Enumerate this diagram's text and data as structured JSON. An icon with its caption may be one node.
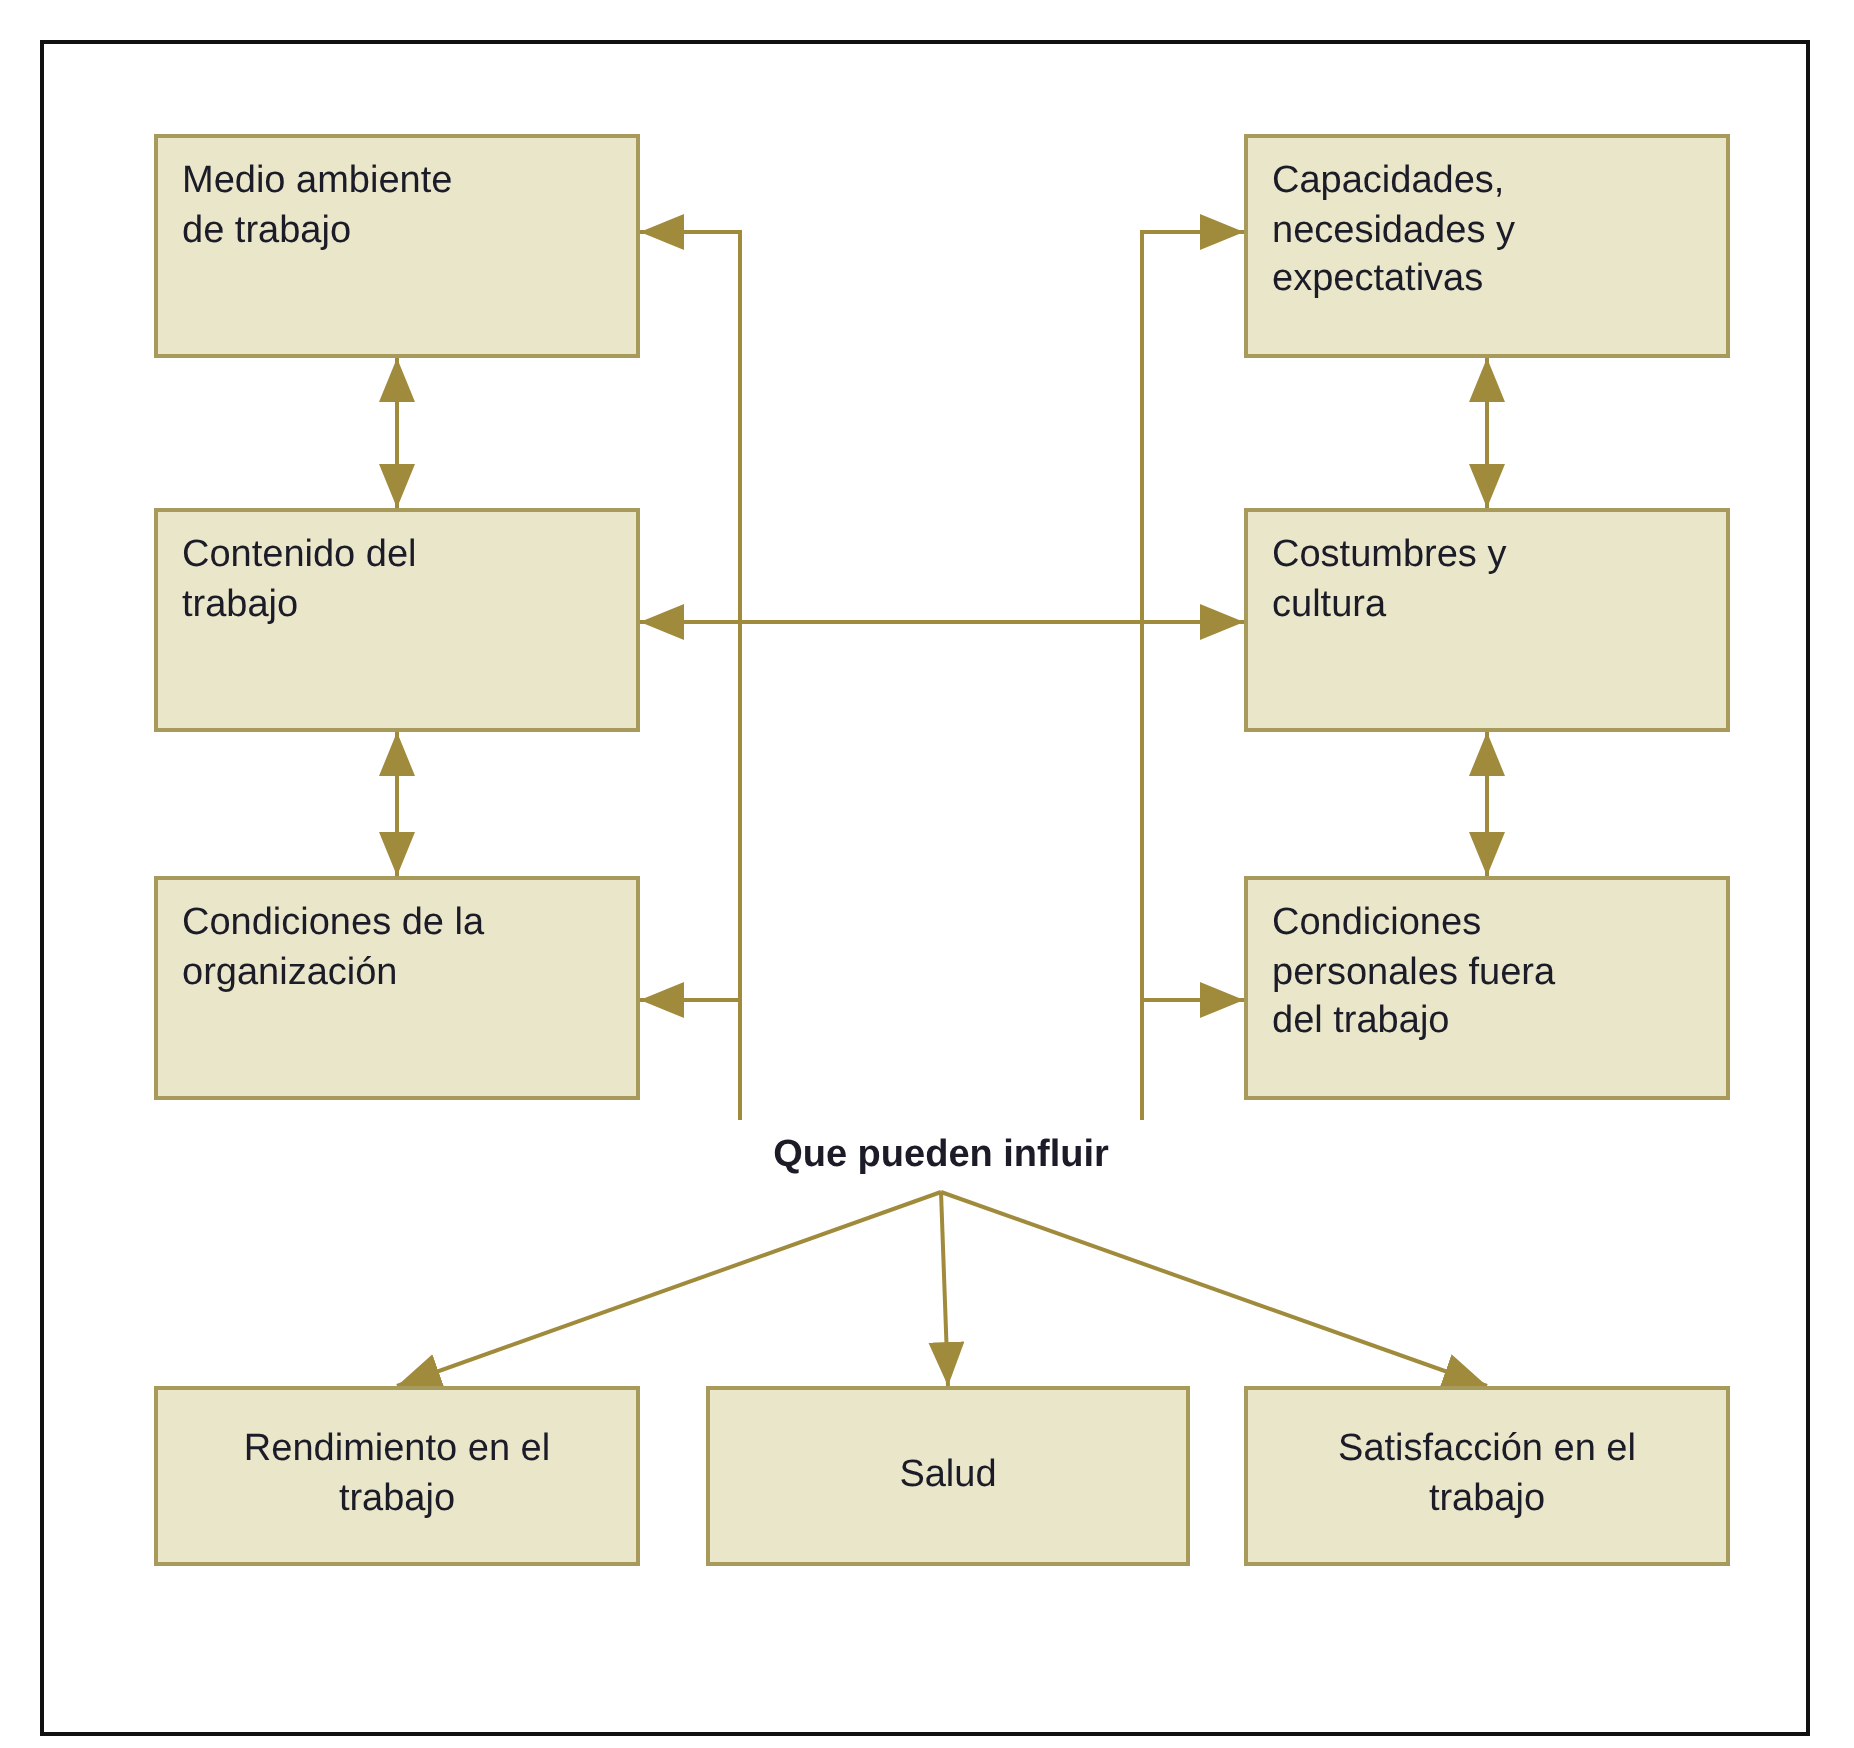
{
  "diagram": {
    "nodes": [
      {
        "text": [
          "Medio ambiente de trabajo"
        ]
      },
      {
        "text": [
          "Capacidades, necesidades y expectativas"
        ]
      },
      {
        "text": [
          "Contenido del trabajo"
        ]
      },
      {
        "text": [
          "Costumbres y cultura"
        ]
      },
      {
        "text": [
          "Condiciones de la organización"
        ]
      },
      {
        "text": [
          "Condiciones personales fuera del trabajo"
        ]
      },
      {
        "text": [
          "Que pueden influir"
        ]
      },
      {
        "text": [
          "Rendimiento en el trabajo"
        ]
      },
      {
        "text": [
          "Salud"
        ]
      },
      {
        "text": [
          "Satisfacción en el trabajo"
        ]
      }
    ],
    "edges": [
      {
        "from": 0,
        "to": 2,
        "arrow": "both"
      },
      {
        "from": 1,
        "to": 3,
        "arrow": "both"
      },
      {
        "from": 2,
        "to": 3,
        "arrow": "both"
      },
      {
        "from": 2,
        "to": 4,
        "arrow": "both"
      },
      {
        "from": 3,
        "to": 5,
        "arrow": "both"
      },
      {
        "from": 6,
        "to": 0,
        "arrow": "to"
      },
      {
        "from": 6,
        "to": 4,
        "arrow": "to"
      },
      {
        "from": 6,
        "to": 1,
        "arrow": "to"
      },
      {
        "from": 6,
        "to": 5,
        "arrow": "to"
      },
      {
        "from": 6,
        "to": 7,
        "arrow": "to"
      },
      {
        "from": 6,
        "to": 8,
        "arrow": "to"
      },
      {
        "from": 6,
        "to": 9,
        "arrow": "to"
      }
    ]
  }
}
